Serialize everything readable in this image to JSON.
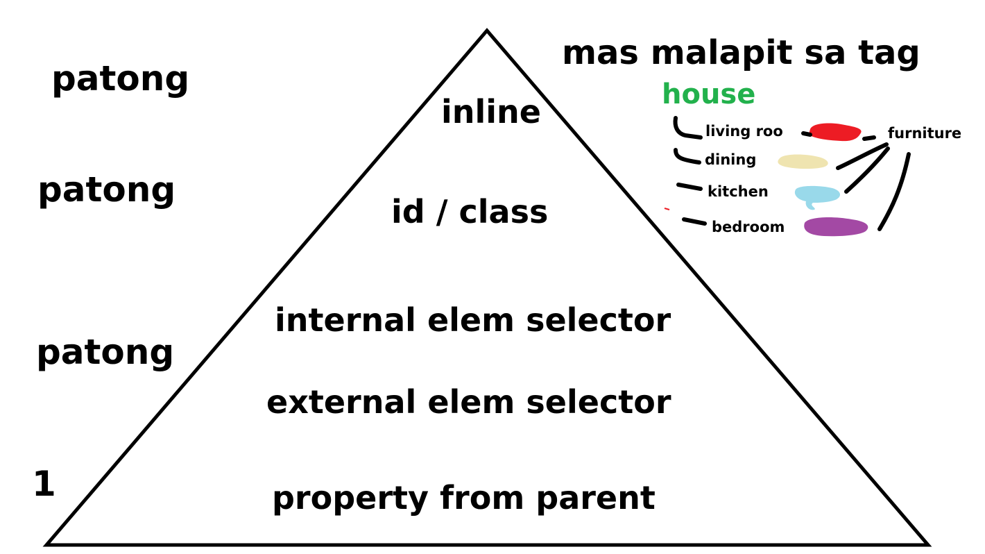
{
  "side_labels": {
    "top": "patong",
    "upper": "patong",
    "middle": "patong",
    "bottom": "1"
  },
  "pyramid_tiers": [
    "inline",
    "id / class",
    "internal elem selector",
    "external elem selector",
    "property from parent"
  ],
  "note": {
    "heading": "mas malapit sa tag",
    "house": "house",
    "rooms": [
      "living roo",
      "dining",
      "kitchen",
      "bedroom"
    ],
    "furniture": "furniture"
  },
  "colors": {
    "house": "#22b14c",
    "living_room_swatch": "#ed1c24",
    "dining_swatch": "#efe4b0",
    "kitchen_swatch": "#99d9ea",
    "bedroom_swatch": "#a349a4",
    "ink": "#000000"
  }
}
